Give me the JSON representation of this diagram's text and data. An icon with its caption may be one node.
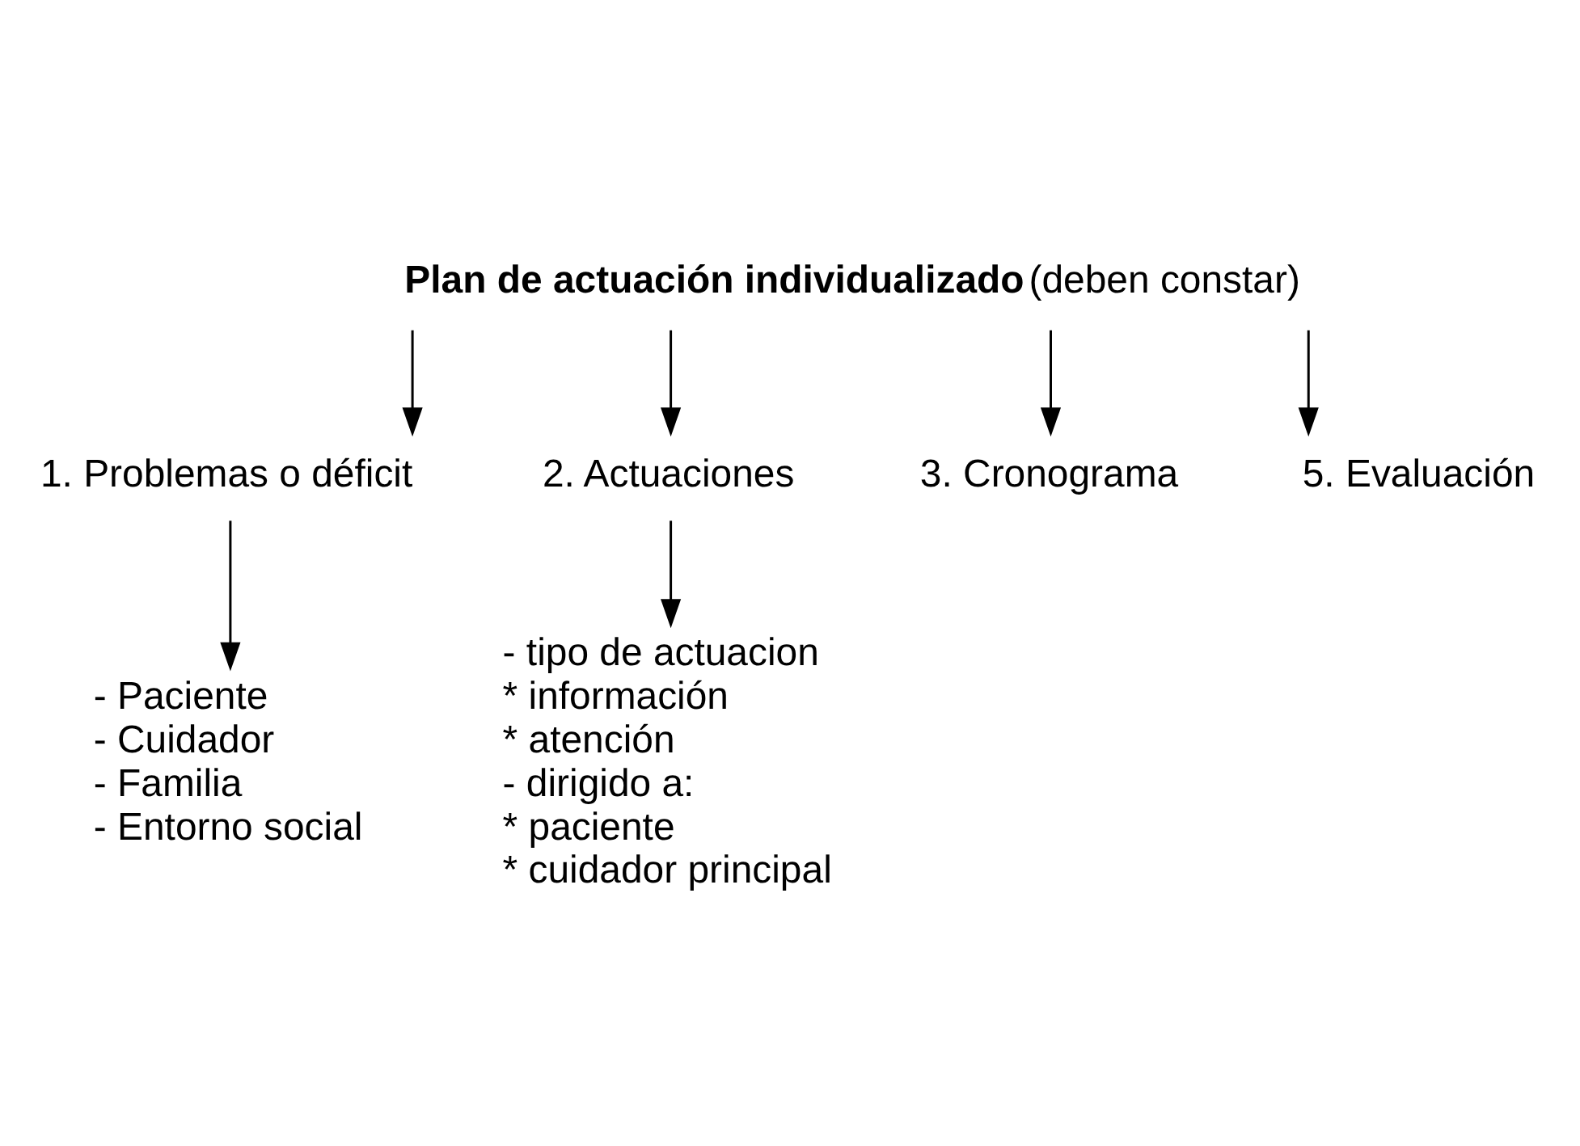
{
  "diagram": {
    "nodes": [
      {
        "text": [
          "Plan de actuación individualizado",
          "(deben constar)"
        ]
      },
      {
        "text": [
          "1. Problemas o déficit"
        ]
      },
      {
        "text": [
          "2. Actuaciones"
        ]
      },
      {
        "text": [
          "3. Cronograma"
        ]
      },
      {
        "text": [
          "5. Evaluación"
        ]
      },
      {
        "text": [
          "- Paciente",
          "- Cuidador",
          "- Familia",
          "- Entorno social"
        ]
      },
      {
        "text": [
          "- tipo de actuacion",
          "* información",
          "* atención",
          "- dirigido a:",
          "* paciente",
          "* cuidador principal"
        ]
      }
    ],
    "edges": [
      {
        "from": 0,
        "to": 1,
        "arrow": "to"
      },
      {
        "from": 0,
        "to": 2,
        "arrow": "to"
      },
      {
        "from": 0,
        "to": 3,
        "arrow": "to"
      },
      {
        "from": 0,
        "to": 4,
        "arrow": "to"
      },
      {
        "from": 1,
        "to": 5,
        "arrow": "to"
      },
      {
        "from": 2,
        "to": 6,
        "arrow": "to"
      }
    ]
  }
}
